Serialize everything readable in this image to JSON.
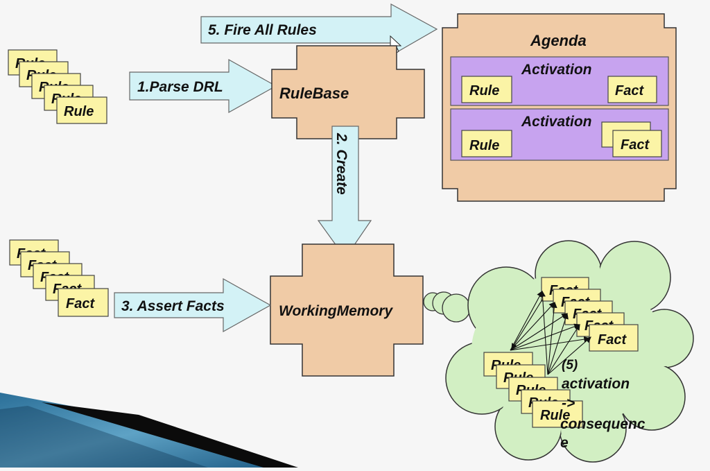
{
  "diagram": {
    "rule_stack": [
      "Rule",
      "Rule",
      "Rule",
      "Rule",
      "Rule"
    ],
    "fact_stack": [
      "Fact",
      "Fact",
      "Fact",
      "Fact",
      "Fact"
    ],
    "arrow_parse": "1.Parse DRL",
    "arrow_create": "2. Create",
    "arrow_assert": "3. Assert Facts",
    "arrow_fire": "5. Fire All Rules",
    "rulebase": "RuleBase",
    "working_memory": "WorkingMemory",
    "agenda": {
      "title": "Agenda",
      "activations": [
        {
          "title": "Activation",
          "rule": "Rule",
          "fact": "Fact"
        },
        {
          "title": "Activation",
          "rule": "Rule",
          "fact": "Fact"
        }
      ]
    },
    "cloud": {
      "facts": [
        "Fact",
        "Fact",
        "Fact",
        "Fact",
        "Fact"
      ],
      "rules": [
        "Rule",
        "Rule",
        "Rule",
        "Rule",
        "Rule"
      ],
      "note_lines": [
        "(5)",
        "activation",
        "->",
        "consequenc",
        "e"
      ]
    }
  },
  "colors": {
    "card": "#fbf4a6",
    "tan": "#f0cba6",
    "activation": "#c7a3ef",
    "arrow": "#d3f2f6",
    "cloud": "#d2efc3"
  }
}
